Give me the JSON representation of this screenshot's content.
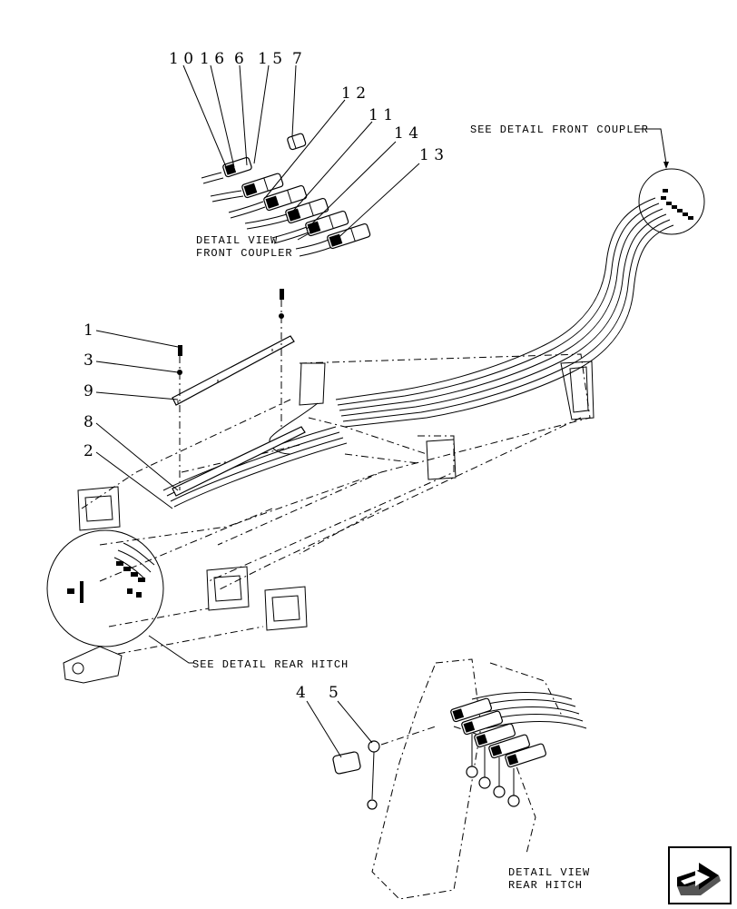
{
  "callouts": [
    {
      "id": "c10",
      "text": "1 0"
    },
    {
      "id": "c16",
      "text": "1 6"
    },
    {
      "id": "c6",
      "text": "6"
    },
    {
      "id": "c15",
      "text": "1 5"
    },
    {
      "id": "c7",
      "text": "7"
    },
    {
      "id": "c12",
      "text": "1 2"
    },
    {
      "id": "c11",
      "text": "1 1"
    },
    {
      "id": "c14",
      "text": "1 4"
    },
    {
      "id": "c13",
      "text": "1 3"
    },
    {
      "id": "c1",
      "text": "1"
    },
    {
      "id": "c3",
      "text": "3"
    },
    {
      "id": "c9",
      "text": "9"
    },
    {
      "id": "c8",
      "text": "8"
    },
    {
      "id": "c2",
      "text": "2"
    },
    {
      "id": "c4",
      "text": "4"
    },
    {
      "id": "c5",
      "text": "5"
    }
  ],
  "captions": {
    "front_ref": "SEE DETAIL  FRONT COUPLER",
    "front_detail_l1": "DETAIL VIEW",
    "front_detail_l2": "FRONT COUPLER",
    "rear_ref": "SEE DETAIL  REAR HITCH",
    "rear_detail_l1": "DETAIL VIEW",
    "rear_detail_l2": "REAR HITCH"
  },
  "icons": {
    "nav": "next-page-arrow-icon"
  }
}
